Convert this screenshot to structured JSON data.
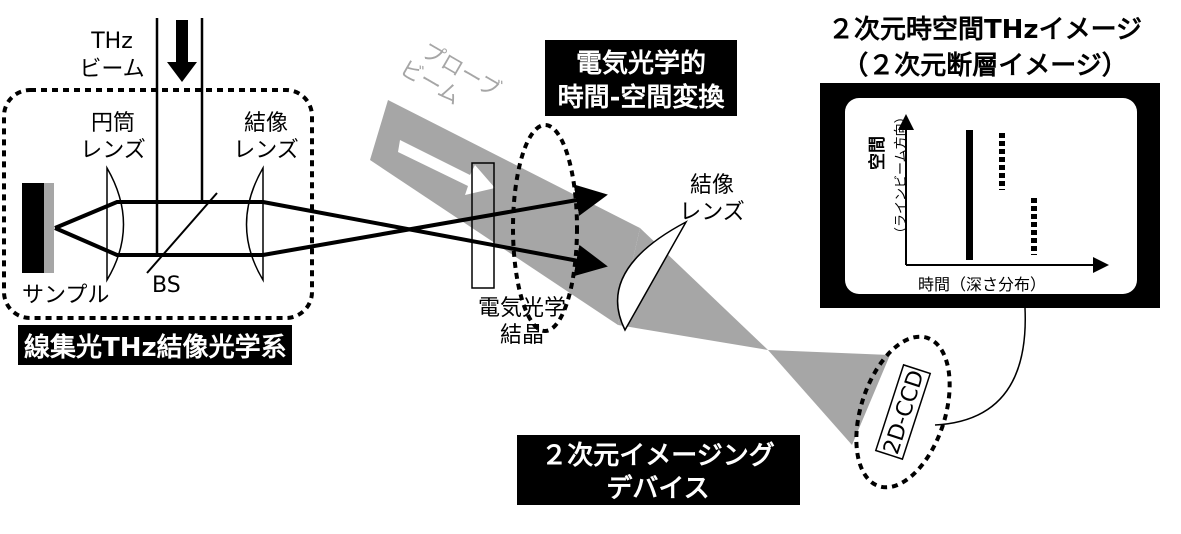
{
  "thz_beam": {
    "line1": "THz",
    "line2": "ビーム"
  },
  "cyl_lens": {
    "line1": "円筒",
    "line2": "レンズ"
  },
  "img_lens1": {
    "line1": "結像",
    "line2": "レンズ"
  },
  "sample": "サンプル",
  "bs": "BS",
  "optics_system": "線集光THz結像光学系",
  "probe_beam": {
    "line1": "プローブ",
    "line2": "ビーム"
  },
  "eo_conversion": {
    "line1": "電気光学的",
    "line2": "時間-空間変換"
  },
  "eo_crystal": {
    "line1": "電気光学",
    "line2": "結晶"
  },
  "img_lens2": {
    "line1": "結像",
    "line2": "レンズ"
  },
  "image_title": {
    "line1": "２次元時空間THzイメージ",
    "line2": "（２次元断層イメージ）"
  },
  "plot": {
    "y_label": "空間",
    "y_sub": "（ラインビーム方向）",
    "x_label": "時間（深さ分布）"
  },
  "ccd": "2D-CCD",
  "imaging_device": {
    "line1": "２次元イメージング",
    "line2": "デバイス"
  },
  "colors": {
    "probe": "#a6a6a6",
    "black": "#000000"
  }
}
